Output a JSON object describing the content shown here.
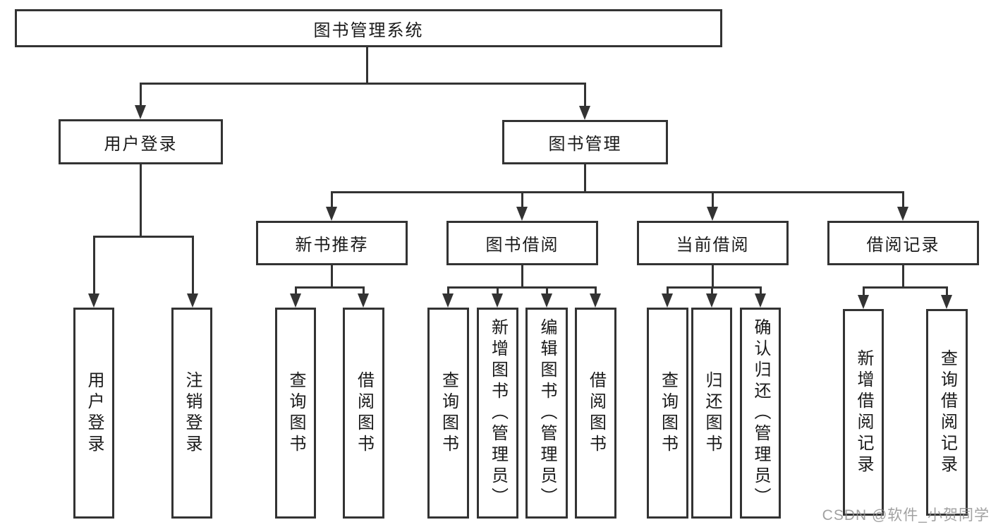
{
  "diagram": {
    "type": "tree",
    "root": {
      "label": "图书管理系统"
    },
    "branches": [
      {
        "label": "用户登录",
        "children": [
          {
            "label": "用户登录"
          },
          {
            "label": "注销登录"
          }
        ]
      },
      {
        "label": "图书管理",
        "children": [
          {
            "label": "新书推荐",
            "children": [
              {
                "label": "查询图书"
              },
              {
                "label": "借阅图书"
              }
            ]
          },
          {
            "label": "图书借阅",
            "children": [
              {
                "label": "查询图书"
              },
              {
                "label": "新增图书（管理员）"
              },
              {
                "label": "编辑图书（管理员）"
              },
              {
                "label": "借阅图书"
              }
            ]
          },
          {
            "label": "当前借阅",
            "children": [
              {
                "label": "查询图书"
              },
              {
                "label": "归还图书"
              },
              {
                "label": "确认归还（管理员）"
              }
            ]
          },
          {
            "label": "借阅记录",
            "children": [
              {
                "label": "新增借阅记录"
              },
              {
                "label": "查询借阅记录"
              }
            ]
          }
        ]
      }
    ]
  },
  "watermark": {
    "text": "CSDN @软件_小贺同学"
  },
  "colors": {
    "background": "#ffffff",
    "line": "#333333",
    "box_border": "#333333",
    "text": "#1a1a1a",
    "watermark": "#8c8c8c"
  }
}
